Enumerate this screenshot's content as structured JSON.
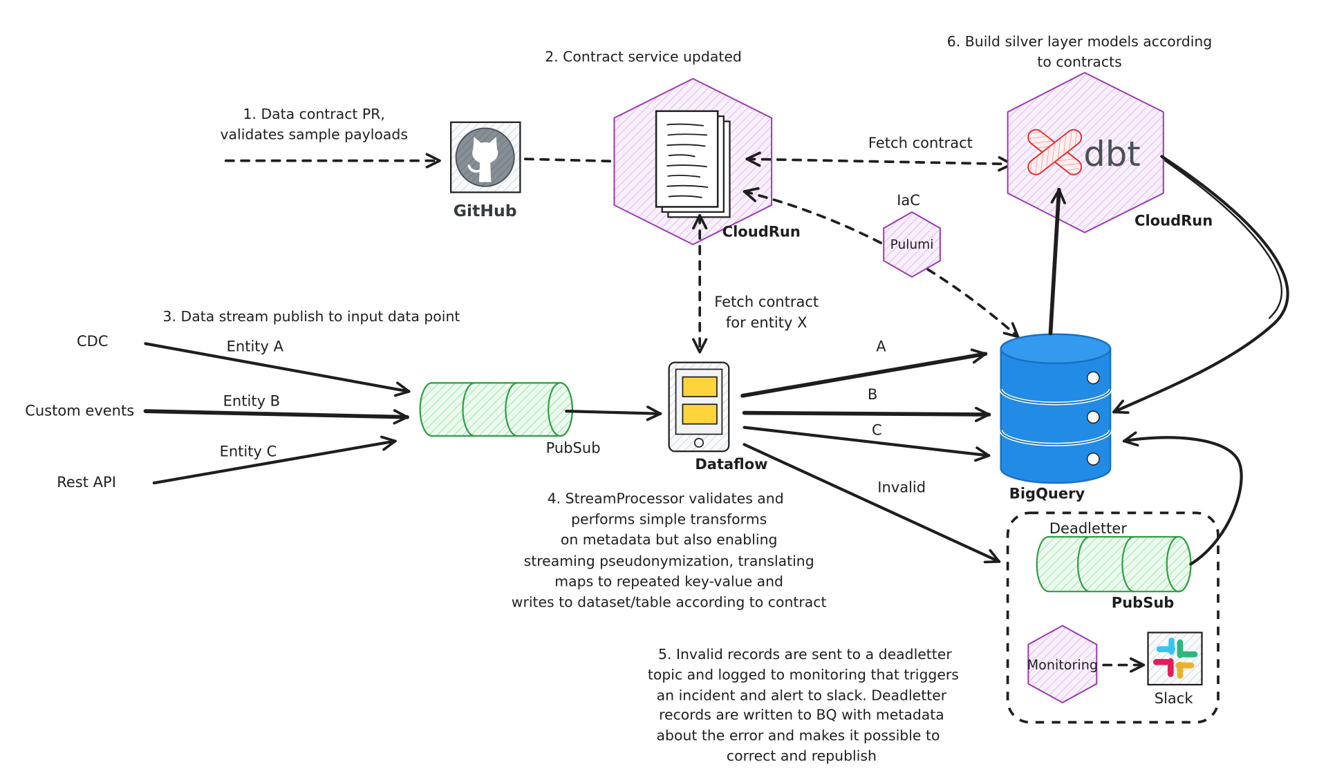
{
  "diagram": {
    "step1": {
      "lines": [
        "1. Data contract PR,",
        "validates sample payloads"
      ]
    },
    "github": {
      "label": "GitHub",
      "icon": "github-icon"
    },
    "step2": {
      "label": "2. Contract service updated"
    },
    "contract_service": {
      "host_label": "CloudRun",
      "icon": "document-stack-icon"
    },
    "fetch_contract_dbt": {
      "label": "Fetch contract"
    },
    "iac": {
      "label": "IaC",
      "tool": "Pulumi"
    },
    "step6": {
      "lines": [
        "6. Build silver layer models according",
        "to contracts"
      ]
    },
    "dbt": {
      "logo_text": "dbt",
      "host_label": "CloudRun",
      "icon": "dbt-logo-icon"
    },
    "fetch_contract_entity": {
      "lines": [
        "Fetch contract",
        "for entity X"
      ]
    },
    "step3": {
      "label": "3. Data stream publish to input data point"
    },
    "sources": [
      {
        "name": "CDC",
        "entity": "Entity A"
      },
      {
        "name": "Custom events",
        "entity": "Entity B"
      },
      {
        "name": "Rest API",
        "entity": "Entity C"
      }
    ],
    "pubsub": {
      "label": "PubSub",
      "icon": "pubsub-pipe-icon"
    },
    "dataflow": {
      "label": "Dataflow",
      "icon": "mobile-device-icon"
    },
    "outputs": [
      "A",
      "B",
      "C",
      "Invalid"
    ],
    "bigquery": {
      "label": "BigQuery",
      "icon": "database-cylinder-icon"
    },
    "step4": {
      "lines": [
        "4. StreamProcessor validates and",
        "performs simple transforms",
        "on metadata but also enabling",
        "streaming pseudonymization, translating",
        "maps to repeated key-value and",
        "writes to dataset/table according to contract"
      ]
    },
    "deadletter": {
      "title": "Deadletter",
      "pubsub_label": "PubSub",
      "monitoring_label": "Monitoring",
      "slack_label": "Slack",
      "slack_icon": "slack-icon"
    },
    "step5": {
      "lines": [
        "5. Invalid records are sent to a deadletter",
        "topic and logged to monitoring that triggers",
        "an incident and alert to slack. Deadletter",
        "records are written to BQ with metadata",
        "about the error and makes it possible to",
        "correct and republish"
      ]
    }
  },
  "colors": {
    "ink": "#1e1e1e",
    "purple": "#9c36b5",
    "green": "#2f9e44",
    "blue": "#1971c2",
    "blue_fill": "#228be6",
    "yellow": "#ffd43b",
    "dbt_red": "#e03131",
    "gray": "#868e96"
  }
}
